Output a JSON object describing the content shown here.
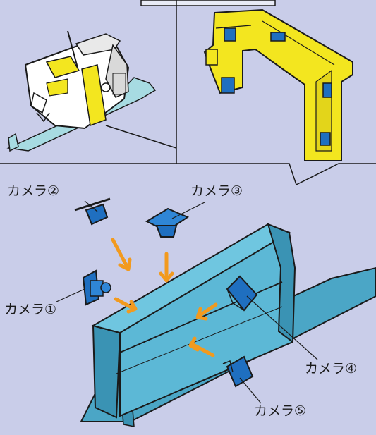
{
  "labels": {
    "camera1": "カメラ①",
    "camera2": "カメラ②",
    "camera3": "カメラ③",
    "camera4": "カメラ④",
    "camera5": "カメラ⑤"
  },
  "colors": {
    "background": "#c9cde9",
    "rail": "#5cb8d6",
    "rail_dark": "#3a93b4",
    "rail_pale": "#a7dbe2",
    "camera_blue": "#1f6fc0",
    "frame_yellow": "#f3e61f",
    "arrow_orange": "#f29a1e",
    "outline": "#1a1a1a"
  },
  "icons": [
    "arrow-icon"
  ]
}
